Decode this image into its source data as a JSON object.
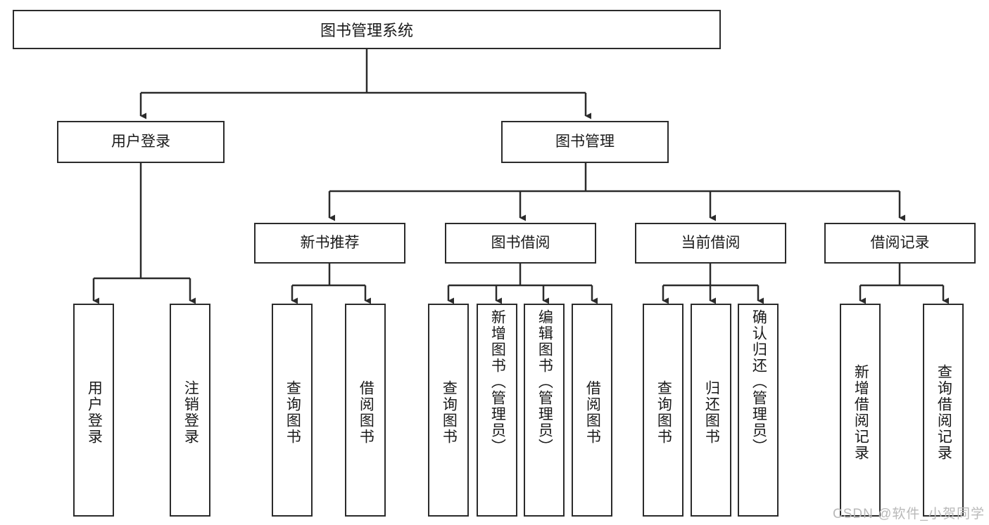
{
  "diagram": {
    "title": "图书管理系统",
    "watermark": "CSDN @软件_小贺同学",
    "type": "tree-hierarchy",
    "levels": 4,
    "root": {
      "label": "图书管理系统"
    },
    "level2": [
      {
        "label": "用户登录"
      },
      {
        "label": "图书管理"
      }
    ],
    "level3": [
      {
        "label": "新书推荐"
      },
      {
        "label": "图书借阅"
      },
      {
        "label": "当前借阅"
      },
      {
        "label": "借阅记录"
      }
    ],
    "leaves": {
      "user_login": [
        {
          "label": "用户登录"
        },
        {
          "label": "注销登录"
        }
      ],
      "new_book_recommend": [
        {
          "label": "查询图书"
        },
        {
          "label": "借阅图书"
        }
      ],
      "book_borrow": [
        {
          "label": "查询图书"
        },
        {
          "label": "新增图书（管理员）"
        },
        {
          "label": "编辑图书（管理员）"
        },
        {
          "label": "借阅图书"
        }
      ],
      "current_borrow": [
        {
          "label": "查询图书"
        },
        {
          "label": "归还图书"
        },
        {
          "label": "确认归还（管理员）"
        }
      ],
      "borrow_record": [
        {
          "label": "新增借阅记录"
        },
        {
          "label": "查询借阅记录"
        }
      ]
    },
    "colors": {
      "stroke": "#2b2b2b",
      "fill": "#ffffff",
      "text": "#1a1a1a",
      "watermark": "#b9b9b9"
    }
  }
}
